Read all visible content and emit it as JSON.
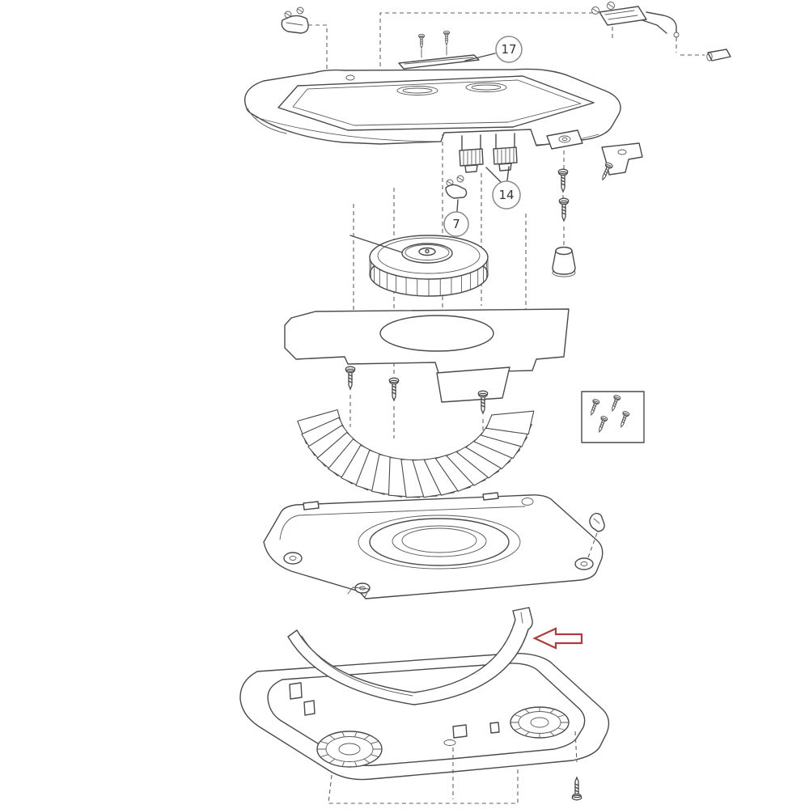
{
  "diagram": {
    "background": "#ffffff",
    "line_color": "#4a4a4a",
    "callouts": [
      {
        "label": "17"
      },
      {
        "label": "14"
      },
      {
        "label": "7"
      }
    ],
    "arrow": {
      "color": "#b23a3a",
      "direction": "left"
    },
    "screw_pack": {
      "visible_screw_count": 4
    }
  }
}
